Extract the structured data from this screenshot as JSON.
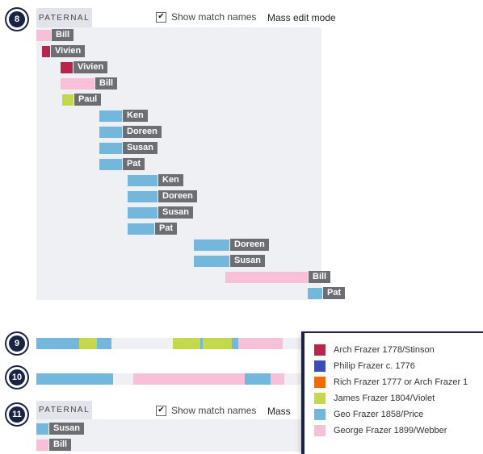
{
  "colors": {
    "arch": "#b6254b",
    "philip": "#3b4db8",
    "rich": "#f06a00",
    "james": "#c3d84a",
    "geo": "#73b8dc",
    "george": "#f7c0d8",
    "panel": "#eef0f4",
    "label": "#6c6e73",
    "navy": "#1b2344"
  },
  "chrom8": {
    "number": "8",
    "tab_label": "PATERNAL",
    "show_names_label": "Show match names",
    "show_names_checked": true,
    "mass_edit_label": "Mass edit mode",
    "segments": [
      {
        "name": "Bill",
        "color": "george"
      },
      {
        "name": "Vivien",
        "color": "arch"
      },
      {
        "name": "Vivien",
        "color": "arch"
      },
      {
        "name": "Bill",
        "color": "george"
      },
      {
        "name": "Paul",
        "color": "james"
      },
      {
        "name": "Ken",
        "color": "geo"
      },
      {
        "name": "Doreen",
        "color": "geo"
      },
      {
        "name": "Susan",
        "color": "geo"
      },
      {
        "name": "Pat",
        "color": "geo"
      },
      {
        "name": "Ken",
        "color": "geo"
      },
      {
        "name": "Doreen",
        "color": "geo"
      },
      {
        "name": "Susan",
        "color": "geo"
      },
      {
        "name": "Pat",
        "color": "geo"
      },
      {
        "name": "Doreen",
        "color": "geo"
      },
      {
        "name": "Susan",
        "color": "geo"
      },
      {
        "name": "Bill",
        "color": "george"
      },
      {
        "name": "Pat",
        "color": "geo"
      }
    ]
  },
  "chrom9": {
    "number": "9"
  },
  "chrom10": {
    "number": "10"
  },
  "chrom11": {
    "number": "11",
    "tab_label": "PATERNAL",
    "show_names_label": "Show match names",
    "show_names_checked": true,
    "mass_edit_label": "Mass",
    "segments": [
      {
        "name": "Susan",
        "color": "geo"
      },
      {
        "name": "Bill",
        "color": "george"
      }
    ]
  },
  "legend": {
    "items": [
      {
        "label": "Arch Frazer 1778/Stinson",
        "color": "arch"
      },
      {
        "label": "Philip Frazer c. 1776",
        "color": "philip"
      },
      {
        "label": "Rich Frazer 1777 or Arch Frazer 1",
        "color": "rich"
      },
      {
        "label": "James Frazer 1804/Violet",
        "color": "james"
      },
      {
        "label": "Geo Frazer 1858/Price",
        "color": "geo"
      },
      {
        "label": "George Frazer 1899/Webber",
        "color": "george"
      }
    ]
  }
}
